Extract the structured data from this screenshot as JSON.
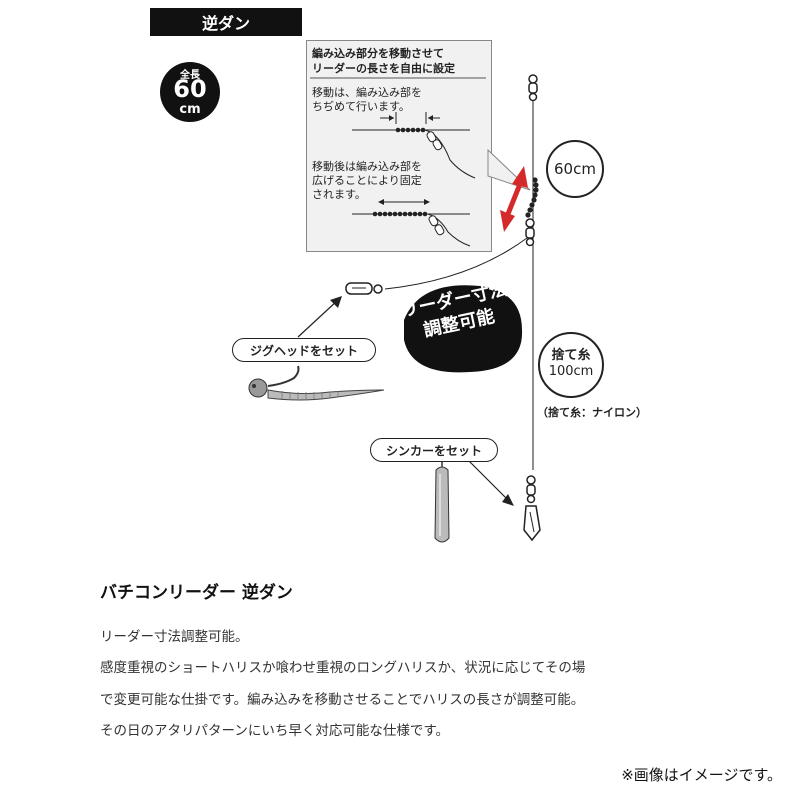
{
  "header": {
    "title_tag": "逆ダン"
  },
  "total_length": {
    "label": "全長",
    "value": "60",
    "unit": "cm"
  },
  "panel": {
    "heading_line1": "編み込み部分を移動させて",
    "heading_line2": "リーダーの長さを自由に設定",
    "step1_line1": "移動は、編み込み部を",
    "step1_line2": "ちぢめて行います。",
    "step2_line1": "移動後は編み込み部を",
    "step2_line2": "広げることにより固定",
    "step2_line3": "されます。"
  },
  "callouts": {
    "leader_length": "60cm",
    "jighead": "ジグヘッドをセット",
    "sinker": "シンカーをセット",
    "sute_line1": "捨て糸",
    "sute_line2": "100cm",
    "sute_note": "（捨て糸：ナイロン）",
    "blob_line1": "リーダー寸法",
    "blob_line2": "調整可能"
  },
  "product": {
    "title": "バチコンリーダー 逆ダン",
    "desc_line1": "リーダー寸法調整可能。",
    "desc_line2": "感度重視のショートハリスか喰わせ重視のロングハリスか、状況に応じてその場",
    "desc_line3": "で変更可能な仕掛です。編み込みを移動させることでハリスの長さが調整可能。",
    "desc_line4": "その日のアタリパターンにいち早く対応可能な仕様です。"
  },
  "footer": {
    "image_note": "※画像はイメージです。"
  },
  "colors": {
    "arrow_red": "#d42a2a",
    "panel_bg": "#f1f1f1",
    "ink": "#111111"
  }
}
